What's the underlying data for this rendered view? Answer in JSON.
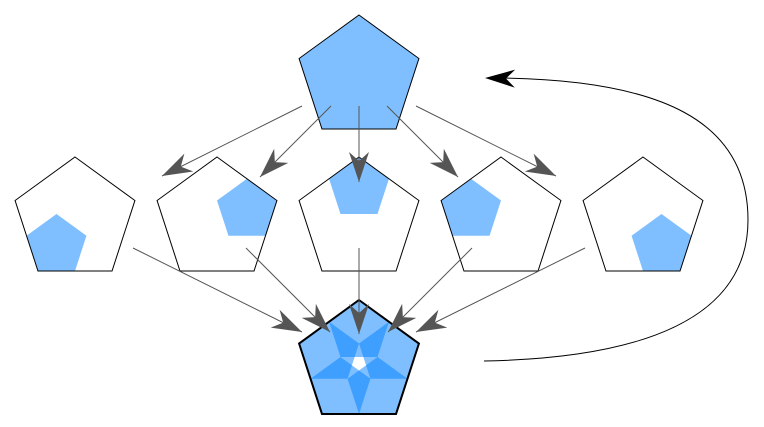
{
  "colors": {
    "fill_light": "#80bfff",
    "overlap_fill": "#0080ff",
    "outline": "#000000",
    "arrow": "#555555",
    "feedback_arrow": "#000000"
  },
  "row_vertex_order": [
    3,
    1,
    0,
    4,
    2
  ]
}
